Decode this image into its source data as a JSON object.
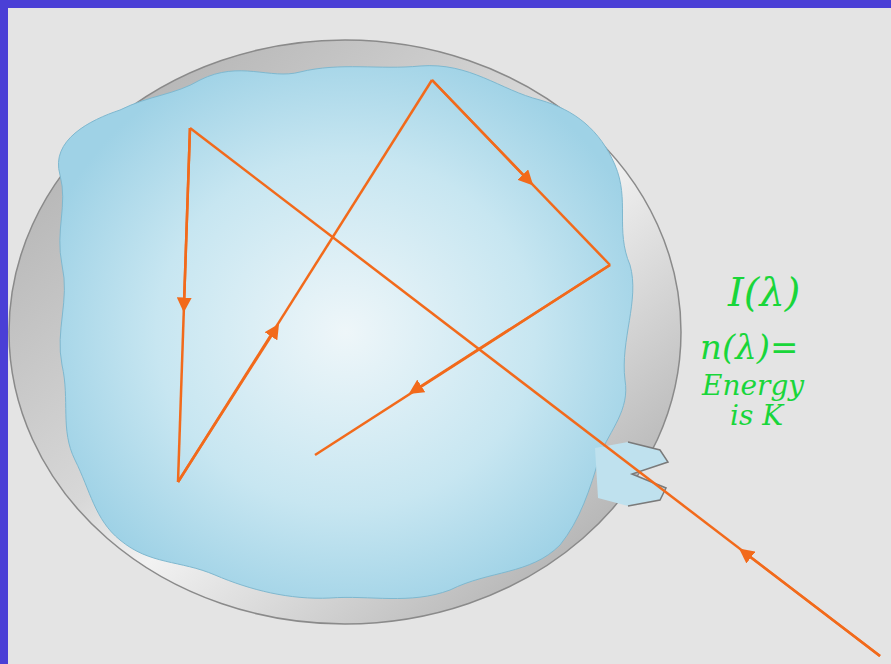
{
  "diagram": {
    "labels": [
      "I(λ)",
      "n(λ)=",
      "Energy",
      "is K"
    ]
  }
}
